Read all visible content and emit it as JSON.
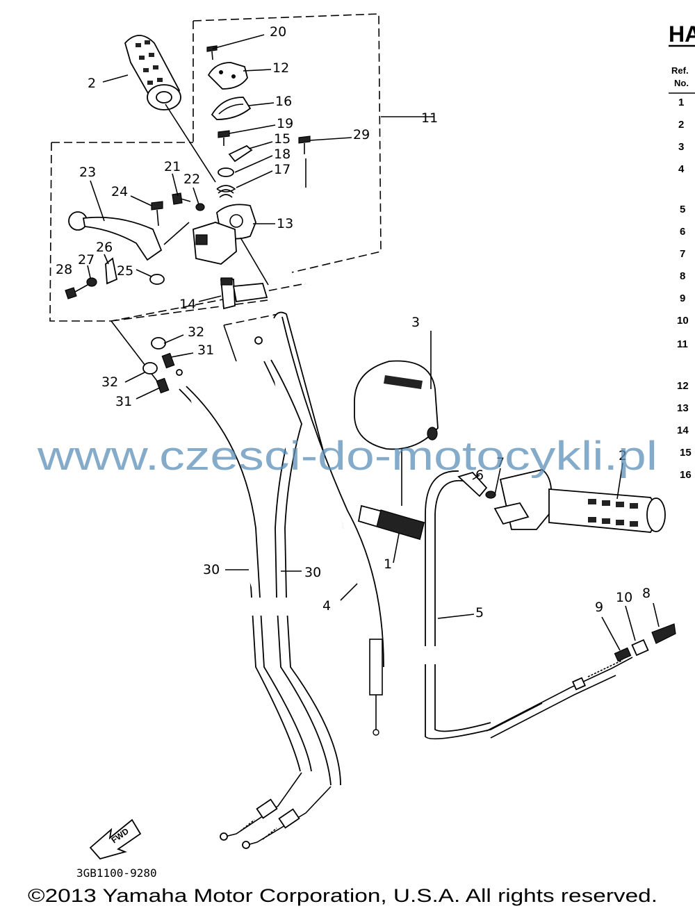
{
  "header": {
    "title_fragment": "HA",
    "col_ref": "Ref.",
    "col_no": "No."
  },
  "ref_numbers": [
    "1",
    "2",
    "3",
    "4",
    "5",
    "6",
    "7",
    "8",
    "9",
    "10",
    "11",
    "12",
    "13",
    "14",
    "15",
    "16"
  ],
  "callouts": [
    {
      "id": "c20",
      "label": "20"
    },
    {
      "id": "c12",
      "label": "12"
    },
    {
      "id": "c16",
      "label": "16"
    },
    {
      "id": "c11",
      "label": "11"
    },
    {
      "id": "c19",
      "label": "19"
    },
    {
      "id": "c15",
      "label": "15"
    },
    {
      "id": "c18",
      "label": "18"
    },
    {
      "id": "c17",
      "label": "17"
    },
    {
      "id": "c29",
      "label": "29"
    },
    {
      "id": "c2a",
      "label": "2"
    },
    {
      "id": "c23",
      "label": "23"
    },
    {
      "id": "c21",
      "label": "21"
    },
    {
      "id": "c22",
      "label": "22"
    },
    {
      "id": "c24",
      "label": "24"
    },
    {
      "id": "c13",
      "label": "13"
    },
    {
      "id": "c26",
      "label": "26"
    },
    {
      "id": "c27",
      "label": "27"
    },
    {
      "id": "c28",
      "label": "28"
    },
    {
      "id": "c25",
      "label": "25"
    },
    {
      "id": "c14",
      "label": "14"
    },
    {
      "id": "c3",
      "label": "3"
    },
    {
      "id": "c32a",
      "label": "32"
    },
    {
      "id": "c31a",
      "label": "31"
    },
    {
      "id": "c32b",
      "label": "32"
    },
    {
      "id": "c31b",
      "label": "31"
    },
    {
      "id": "c6",
      "label": "6"
    },
    {
      "id": "c7",
      "label": "7"
    },
    {
      "id": "c2b",
      "label": "2"
    },
    {
      "id": "c30a",
      "label": "30"
    },
    {
      "id": "c30b",
      "label": "30"
    },
    {
      "id": "c4",
      "label": "4"
    },
    {
      "id": "c1",
      "label": "1"
    },
    {
      "id": "c5",
      "label": "5"
    },
    {
      "id": "c8",
      "label": "8"
    },
    {
      "id": "c9",
      "label": "9"
    },
    {
      "id": "c10",
      "label": "10"
    }
  ],
  "watermark": "www.czesci-do-motocykli.pl",
  "fwd_label": "FWD",
  "drawing_number": "3GB1100-9280",
  "copyright": "©2013 Yamaha Motor Corporation, U.S.A. All rights reserved."
}
